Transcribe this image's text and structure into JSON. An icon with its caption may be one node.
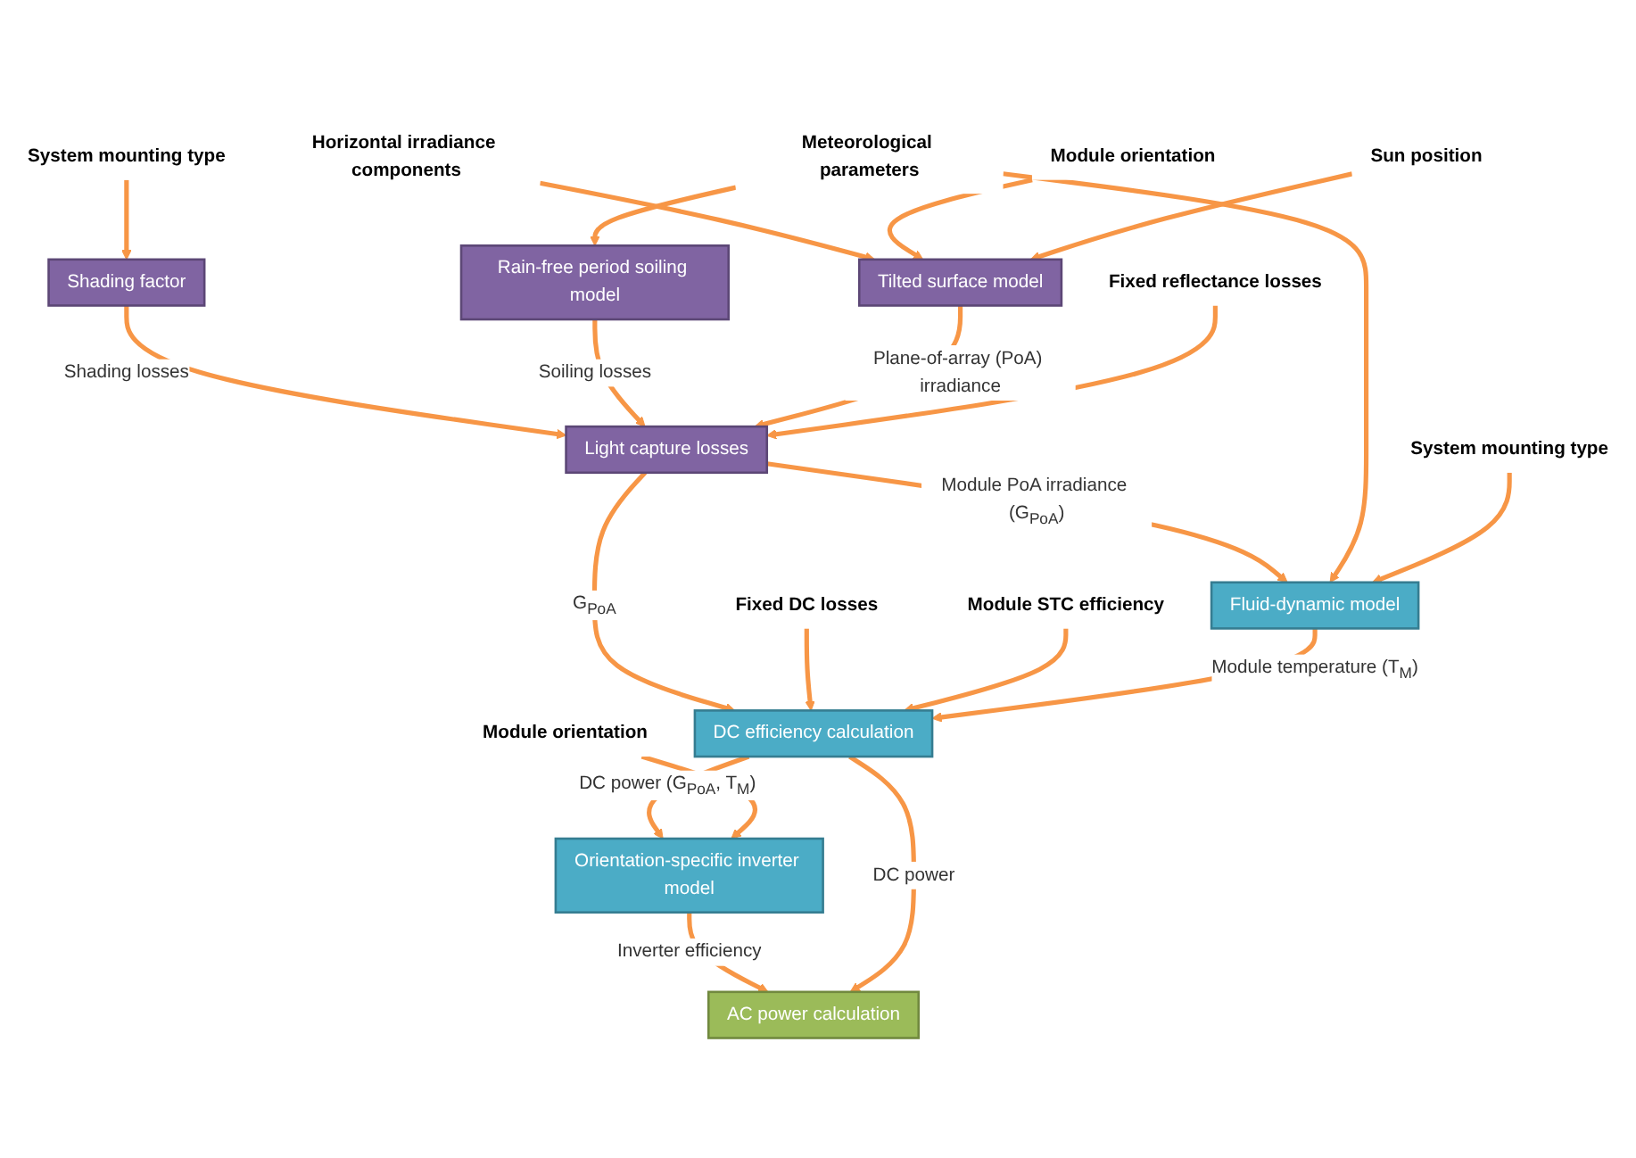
{
  "diagram": {
    "nodes": [
      {
        "text": [
          "Shading factor"
        ]
      },
      {
        "text": [
          "Rain-free period soiling model"
        ]
      },
      {
        "text": [
          "Tilted surface model"
        ]
      },
      {
        "text": [
          "Light capture losses"
        ]
      },
      {
        "text": [
          "Fluid-dynamic model"
        ]
      },
      {
        "text": [
          "DC efficiency calculation"
        ]
      },
      {
        "text": [
          "Orientation-specific inverter model"
        ]
      },
      {
        "text": [
          "AC power calculation"
        ]
      },
      {
        "text": [
          "Horizontal irradiance components"
        ]
      },
      {
        "text": [
          "System mounting type"
        ]
      },
      {
        "text": [
          "Meteorological parameters"
        ]
      },
      {
        "text": [
          "Module orientation"
        ]
      },
      {
        "text": [
          "Sun position"
        ]
      },
      {
        "text": [
          "Fixed reflectance losses"
        ]
      },
      {
        "text": [
          "Fixed DC losses"
        ]
      },
      {
        "text": [
          "Module STC efficiency"
        ]
      },
      {
        "text": [
          "System mounting type"
        ]
      },
      {
        "text": [
          "Module orientation"
        ]
      }
    ],
    "edges": [
      {
        "from": 9,
        "to": 0,
        "arrow": "to"
      },
      {
        "from": 10,
        "to": 1,
        "arrow": "to"
      },
      {
        "from": 8,
        "to": 2,
        "arrow": "to"
      },
      {
        "from": 11,
        "to": 2,
        "arrow": "to"
      },
      {
        "from": 12,
        "to": 2,
        "arrow": "to"
      },
      {
        "from": 0,
        "to": 3,
        "label": "Shading losses",
        "arrow": "to"
      },
      {
        "from": 1,
        "to": 3,
        "label": "Soiling losses",
        "arrow": "to"
      },
      {
        "from": 2,
        "to": 3,
        "label": "Plane-of-array (PoA) irradiance",
        "arrow": "to"
      },
      {
        "from": 13,
        "to": 3,
        "arrow": "to"
      },
      {
        "from": 3,
        "to": 4,
        "label": "Module PoA irradiance (G$_{PoA}$)",
        "arrow": "to"
      },
      {
        "from": 10,
        "to": 4,
        "arrow": "to"
      },
      {
        "from": 16,
        "to": 4,
        "arrow": "to"
      },
      {
        "from": 3,
        "to": 5,
        "label": "G$_{PoA}$",
        "arrow": "to"
      },
      {
        "from": 14,
        "to": 5,
        "arrow": "to"
      },
      {
        "from": 15,
        "to": 5,
        "arrow": "to"
      },
      {
        "from": 4,
        "to": 5,
        "label": "Module temperature (T$_{M}$)",
        "arrow": "to"
      },
      {
        "from": 5,
        "to": 6,
        "label": "DC power (G$_{PoA}$, T$_{M}$)",
        "arrow": "to"
      },
      {
        "from": 17,
        "to": 6,
        "arrow": "to"
      },
      {
        "from": 6,
        "to": 7,
        "label": "Inverter efficiency",
        "arrow": "to"
      },
      {
        "from": 5,
        "to": 7,
        "label": "DC power",
        "arrow": "to"
      }
    ]
  }
}
